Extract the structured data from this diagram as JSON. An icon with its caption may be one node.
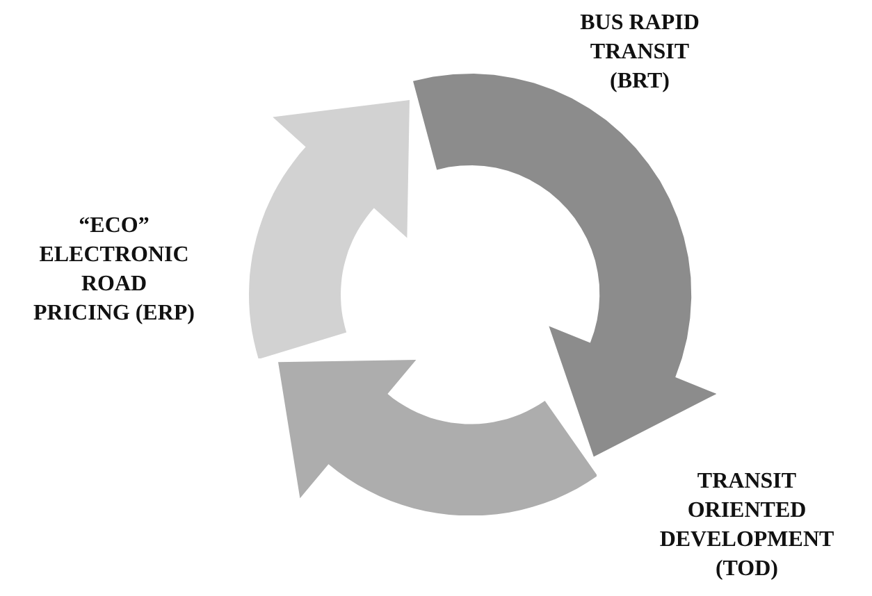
{
  "diagram": {
    "nodes": [
      {
        "text": [],
        "shape": "arrow"
      },
      {
        "text": [],
        "shape": "arrow"
      },
      {
        "text": [],
        "shape": "arrow"
      }
    ],
    "labels": [
      "BUS RAPID TRANSIT (BRT)",
      "“ECO” ELECTRONIC ROAD PRICING (ERP)",
      "TRANSIT ORIENTED DEVELOPMENT (TOD)"
    ]
  }
}
